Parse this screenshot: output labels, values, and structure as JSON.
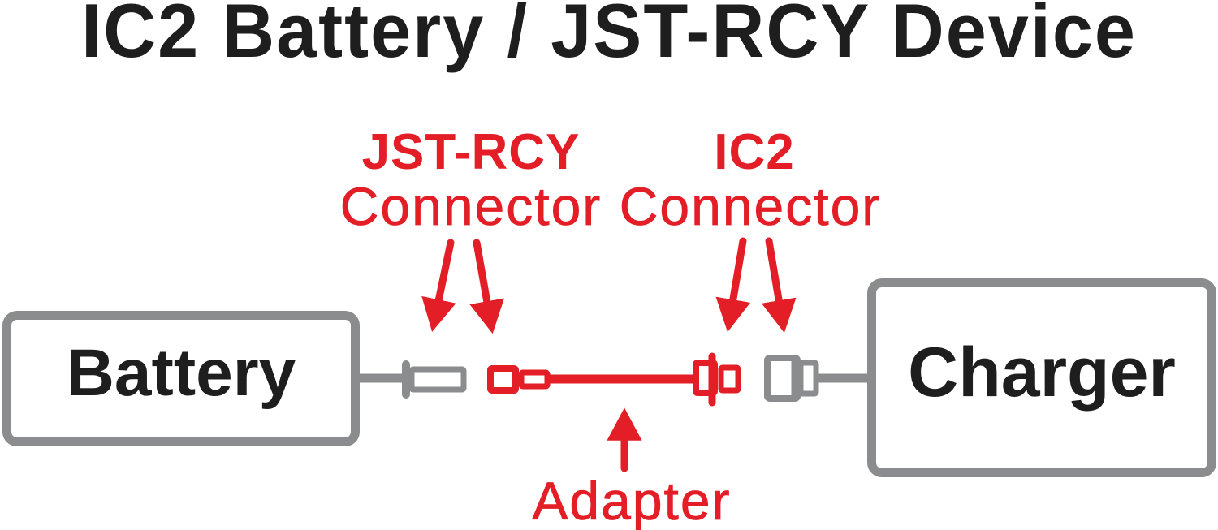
{
  "title": "IC2 Battery / JST-RCY Device",
  "colors": {
    "red": "#E31E26",
    "gray": "#8A8C8E",
    "ink": "#1E1E1E",
    "bg": "#FFFFFF"
  },
  "labels": {
    "jst_rcy": {
      "heading": "JST-RCY",
      "sub": "Connector"
    },
    "ic2": {
      "heading": "IC2",
      "sub": "Connector"
    },
    "adapter": "Adapter"
  },
  "nodes": {
    "battery": "Battery",
    "charger": "Charger"
  }
}
